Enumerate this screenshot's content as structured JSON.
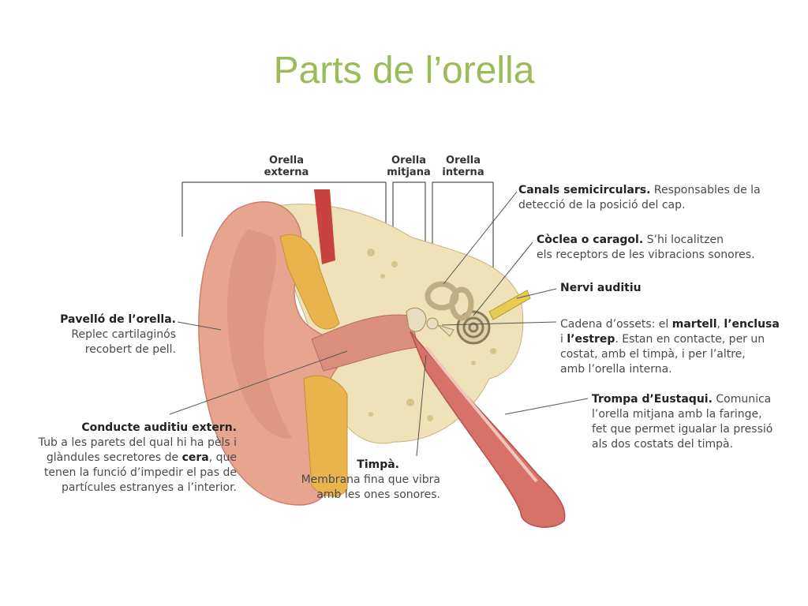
{
  "title": "Parts de l’orella",
  "regions": {
    "outer": [
      "Orella",
      "externa"
    ],
    "middle": [
      "Orella",
      "mitjana"
    ],
    "inner": [
      "Orella",
      "interna"
    ]
  },
  "labels": {
    "canals": {
      "name": "Canals semicirculars.",
      "text1": " Responsables de la",
      "text2": "detecció de la posició del cap."
    },
    "coclea": {
      "name": "Còclea o caragol.",
      "text1": " S’hi localitzen",
      "text2": "els receptors de les vibracions sonores."
    },
    "nervi": {
      "name": "Nervi auditiu"
    },
    "cadena": {
      "line1a": "Cadena d’ossets: el ",
      "martell": "martell",
      "comma": ", ",
      "enclusa": "l’enclusa",
      "line2a": "i ",
      "estrep": "l’estrep",
      "line2b": ". Estan en contacte, per un",
      "line3": "costat, amb el timpà, i per l’altre,",
      "line4": "amb l’orella interna."
    },
    "trompa": {
      "name": "Trompa d’Eustaqui.",
      "text1": " Comunica",
      "text2": "l’orella mitjana amb la faringe,",
      "text3": "fet que permet igualar la pressió",
      "text4": "als dos costats del timpà."
    },
    "pavello": {
      "name": "Pavelló de l’orella.",
      "text1": "Replec cartilaginós",
      "text2": "recobert de pell."
    },
    "conducte": {
      "name": "Conducte auditiu extern.",
      "line1": "Tub a les parets del qual hi ha pèls i",
      "line2a": "glàndules secretores de ",
      "cera": "cera",
      "line2b": ", que",
      "line3": "tenen la funció d’impedir el pas de",
      "line4": "partícules estranyes a l’interior."
    },
    "timpa": {
      "name": "Timpà.",
      "text1": "Membrana fina que vibra",
      "text2": "amb les ones sonores."
    }
  },
  "colors": {
    "title": "#9bbb59",
    "skin": "#e7a48f",
    "bone": "#efe2b8",
    "fat": "#e9b44c",
    "muscle": "#c8423e"
  }
}
